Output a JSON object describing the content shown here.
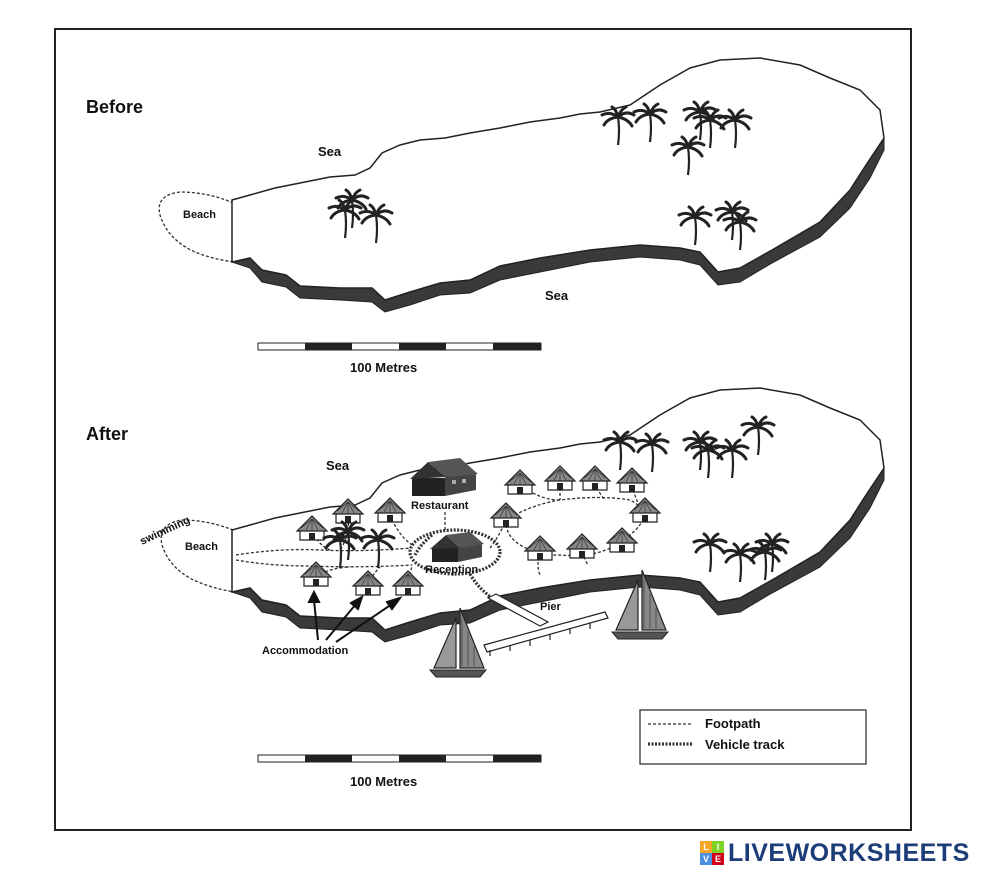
{
  "before": {
    "title": "Before",
    "sea_north": "Sea",
    "sea_south": "Sea",
    "beach": "Beach",
    "scale_label": "100 Metres"
  },
  "after": {
    "title": "After",
    "sea": "Sea",
    "swimming": "swimming",
    "beach": "Beach",
    "restaurant": "Restaurant",
    "reception": "Reception",
    "pier": "Pier",
    "accommodation": "Accommodation",
    "scale_label": "100 Metres"
  },
  "legend": {
    "footpath": "Footpath",
    "vehicle_track": "Vehicle track"
  },
  "brand": {
    "name": "LIVEWORKSHEETS",
    "mark_letters": [
      "L",
      "I",
      "V",
      "E"
    ],
    "mark_colors": [
      "#f5a623",
      "#7ed321",
      "#4a90e2",
      "#d0021b"
    ],
    "text_color": "#1d3d79"
  }
}
